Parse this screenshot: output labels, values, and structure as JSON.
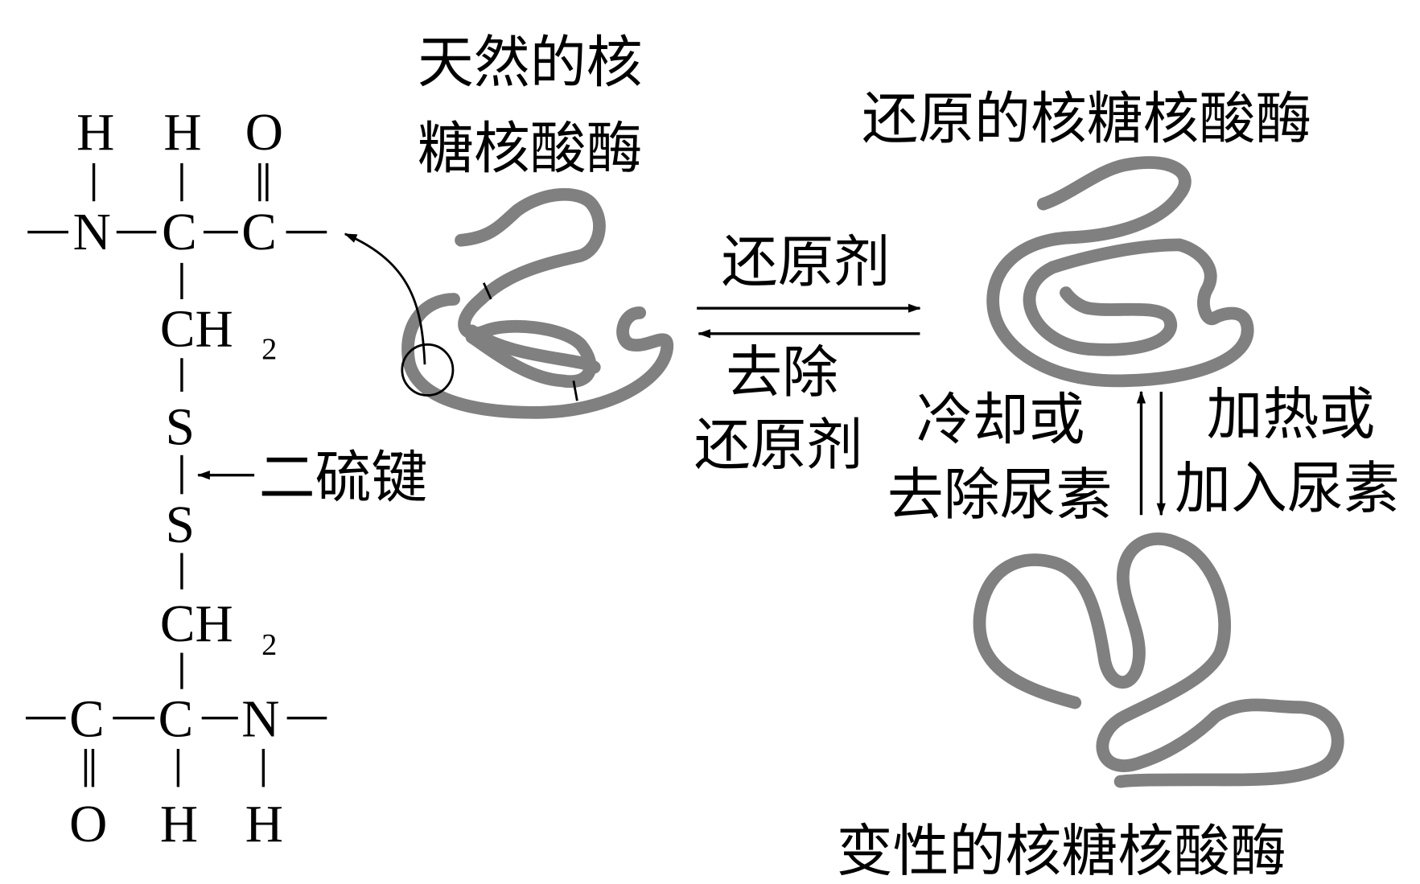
{
  "labels": {
    "native": [
      "天然的核",
      "糖核酸酶"
    ],
    "reduced": "还原的核糖核酸酶",
    "denatured": "变性的核糖核酸酶",
    "disulfide": "二硫键",
    "reducing_agent": "还原剂",
    "remove_reducing_agent": [
      "去除",
      "还原剂"
    ],
    "cool_or_remove_urea": [
      "冷却或",
      "去除尿素"
    ],
    "heat_or_add_urea": [
      "加热或",
      "加入尿素"
    ]
  },
  "structure": {
    "top_row_atoms": [
      "H",
      "H",
      "O"
    ],
    "top_chain": [
      "N",
      "C",
      "C"
    ],
    "ch2": "CH",
    "sub2": "2",
    "s": "S",
    "bottom_chain": [
      "C",
      "C",
      "N"
    ],
    "bottom_row_atoms": [
      "O",
      "H",
      "H"
    ]
  },
  "colors": {
    "protein_chain": "#808080",
    "text": "#000000"
  }
}
